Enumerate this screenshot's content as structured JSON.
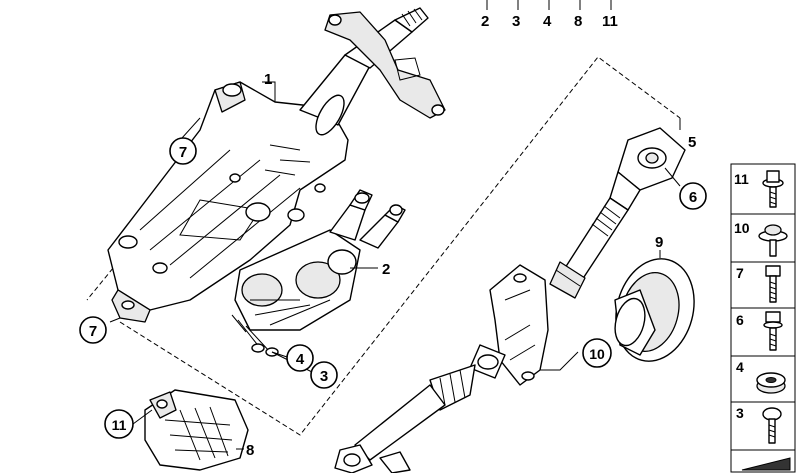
{
  "top_labels": [
    "2",
    "3",
    "4",
    "8",
    "11"
  ],
  "callouts": {
    "c1": "1",
    "c2": "2",
    "c3": "3",
    "c4": "4",
    "c5": "5",
    "c6": "6",
    "c7a": "7",
    "c7b": "7",
    "c8": "8",
    "c9": "9",
    "c10": "10",
    "c11": "11"
  },
  "side_panel": [
    {
      "label": "11",
      "icon": "flange-bolt-icon"
    },
    {
      "label": "10",
      "icon": "washer-screw-icon"
    },
    {
      "label": "7",
      "icon": "hex-bolt-icon"
    },
    {
      "label": "6",
      "icon": "collar-bolt-icon"
    },
    {
      "label": "4",
      "icon": "rubber-bushing-icon"
    },
    {
      "label": "3",
      "icon": "pan-head-screw-icon"
    },
    {
      "label": "",
      "icon": "wedge-shim-icon"
    }
  ]
}
